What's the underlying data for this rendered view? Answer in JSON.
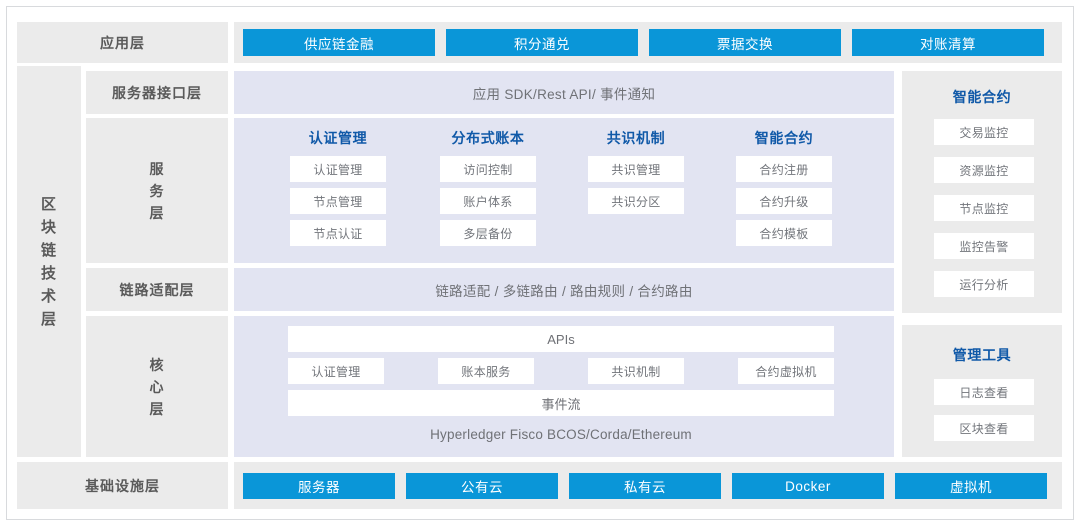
{
  "palette": {
    "blue_button": "#0a96d8",
    "gray_panel": "#ebebeb",
    "lavender_panel": "#e2e4f2",
    "heading_blue": "#1059a8",
    "body_gray": "#72757b",
    "page_background": "#ffffff"
  },
  "application_layer": {
    "label": "应用层",
    "buttons": [
      {
        "label": "供应链金融"
      },
      {
        "label": "积分通兑"
      },
      {
        "label": "票据交换"
      },
      {
        "label": "对账清算"
      }
    ]
  },
  "blockchain_tech_layer": {
    "label": "区块链技术层"
  },
  "server_interface_layer": {
    "label": "服务器接口层",
    "band_text": "应用 SDK/Rest API/ 事件通知"
  },
  "service_layer": {
    "label": "服务层",
    "columns": [
      {
        "heading": "认证管理",
        "items": [
          "认证管理",
          "节点管理",
          "节点认证"
        ]
      },
      {
        "heading": "分布式账本",
        "items": [
          "访问控制",
          "账户体系",
          "多层备份"
        ]
      },
      {
        "heading": "共识机制",
        "items": [
          "共识管理",
          "共识分区"
        ]
      },
      {
        "heading": "智能合约",
        "items": [
          "合约注册",
          "合约升级",
          "合约模板"
        ]
      }
    ]
  },
  "link_adaptation_layer": {
    "label": "链路适配层",
    "band_text": "链路适配 / 多链路由 / 路由规则 / 合约路由"
  },
  "core_layer": {
    "label": "核心层",
    "apis_bar": "APIs",
    "modules": [
      "认证管理",
      "账本服务",
      "共识机制",
      "合约虚拟机"
    ],
    "event_stream_bar": "事件流",
    "platforms_text": "Hyperledger Fisco BCOS/Corda/Ethereum"
  },
  "infrastructure_layer": {
    "label": "基础设施层",
    "buttons": [
      {
        "label": "服务器"
      },
      {
        "label": "公有云"
      },
      {
        "label": "私有云"
      },
      {
        "label": "Docker"
      },
      {
        "label": "虚拟机"
      }
    ]
  },
  "smart_contract_panel": {
    "heading": "智能合约",
    "items": [
      "交易监控",
      "资源监控",
      "节点监控",
      "监控告警",
      "运行分析"
    ]
  },
  "management_tools_panel": {
    "heading": "管理工具",
    "items": [
      "日志查看",
      "区块查看"
    ]
  }
}
